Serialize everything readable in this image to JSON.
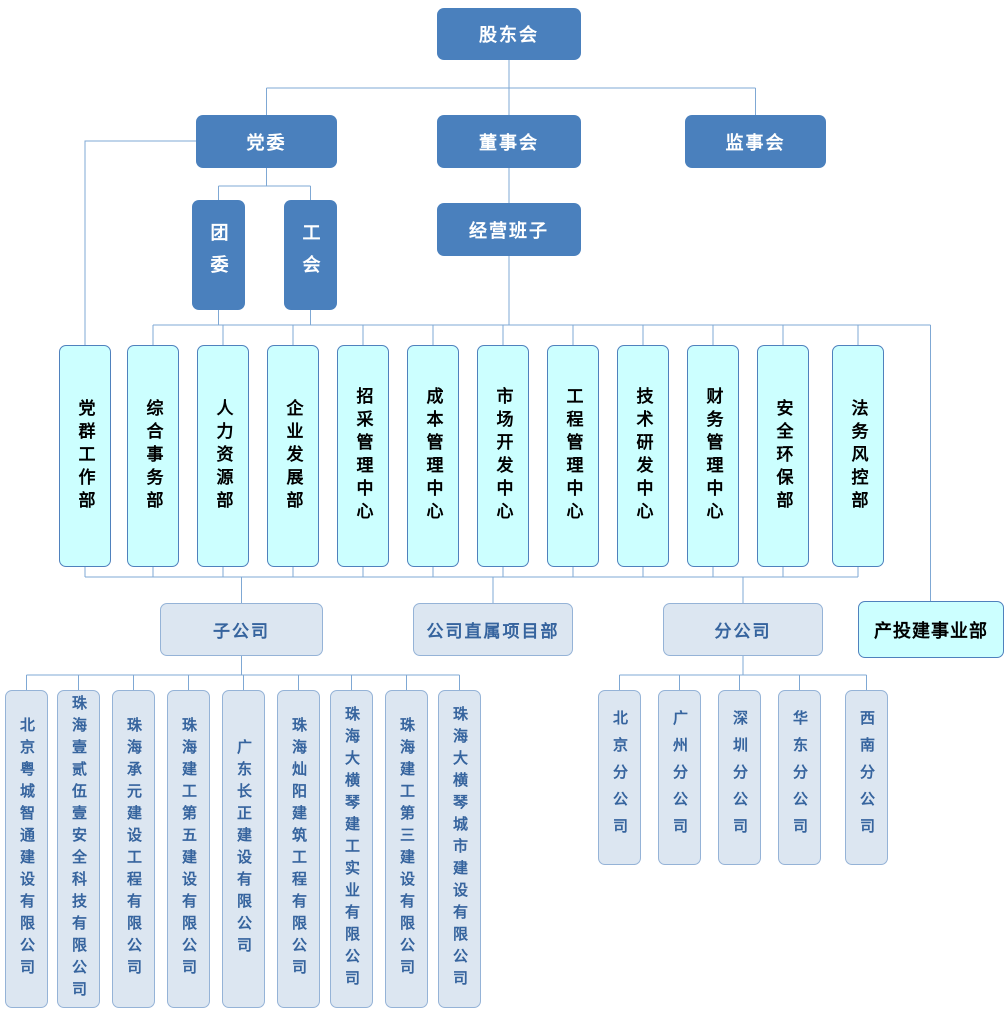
{
  "org": {
    "top": "股东会",
    "level2": {
      "party": "党委",
      "board": "董事会",
      "supervisory": "监事会"
    },
    "party_children": {
      "youth_league": "团委",
      "labor_union": "工会"
    },
    "management": "经营班子",
    "departments": [
      "党群工作部",
      "综合事务部",
      "人力资源部",
      "企业发展部",
      "招采管理中心",
      "成本管理中心",
      "市场开发中心",
      "工程管理中心",
      "技术研发中心",
      "财务管理中心",
      "安全环保部",
      "法务风控部"
    ],
    "groups": {
      "subsidiaries": "子公司",
      "direct_projects": "公司直属项目部",
      "branches": "分公司",
      "investment_division": "产投建事业部"
    },
    "subsidiaries": [
      "北京粤城智通建设有限公司",
      "珠海壹贰伍壹安全科技有限公司",
      "珠海承元建设工程有限公司",
      "珠海建工第五建设有限公司",
      "广东长正建设有限公司",
      "珠海灿阳建筑工程有限公司",
      "珠海大横琴建工实业有限公司",
      "珠海建工第三建设有限公司",
      "珠海大横琴城市建设有限公司"
    ],
    "branches": [
      "北京分公司",
      "广州分公司",
      "深圳分公司",
      "华东分公司",
      "西南分公司"
    ],
    "colors": {
      "node_dark": "#4A80BD",
      "node_cyan": "#CCFFFF",
      "node_gray": "#DCE6F1",
      "line": "#7FA8D4",
      "gray_text": "#36649E"
    }
  }
}
